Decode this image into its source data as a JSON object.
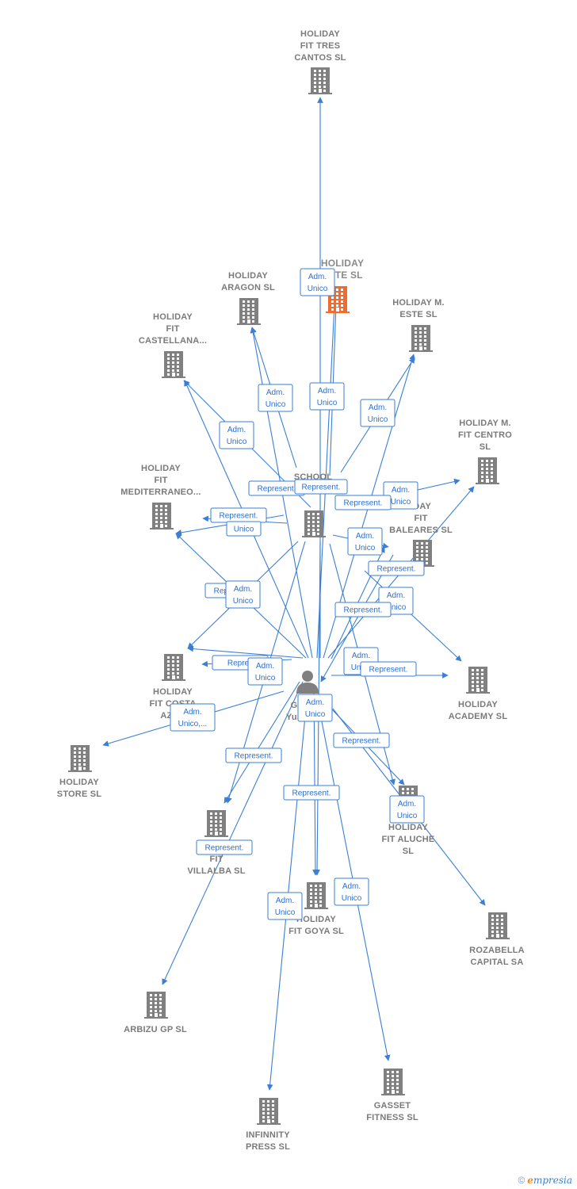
{
  "colors": {
    "edge": "#3a7fd5",
    "node": "#808080",
    "highlight": "#f26a2e",
    "label": "#7a7a7a"
  },
  "nodes": [
    {
      "id": "tres_cantos",
      "type": "building",
      "lines": [
        "HOLIDAY",
        "FIT TRES",
        "CANTOS  SL"
      ]
    },
    {
      "id": "este_sl",
      "type": "building-highlight",
      "lines": [
        "HOLIDAY",
        "ESTE  SL"
      ]
    },
    {
      "id": "aragon",
      "type": "building",
      "lines": [
        "HOLIDAY",
        "ARAGON  SL"
      ]
    },
    {
      "id": "m_este",
      "type": "building",
      "lines": [
        "HOLIDAY M.",
        "ESTE  SL"
      ]
    },
    {
      "id": "castellana",
      "type": "building",
      "lines": [
        "HOLIDAY",
        "FIT",
        "CASTELLANA..."
      ]
    },
    {
      "id": "m_fit_centro",
      "type": "building",
      "lines": [
        "HOLIDAY M.",
        "FIT CENTRO",
        "SL"
      ]
    },
    {
      "id": "school",
      "type": "building",
      "lines": [
        "SCHOOL",
        "HOLIDAY &"
      ]
    },
    {
      "id": "mediterraneo",
      "type": "building",
      "lines": [
        "HOLIDAY",
        "FIT",
        "MEDITERRANEO..."
      ]
    },
    {
      "id": "baleares",
      "type": "building",
      "lines": [
        "IDAY",
        "FIT",
        "BALEARES  SL"
      ]
    },
    {
      "id": "costa",
      "type": "building",
      "lines": [
        "HOLIDAY",
        "FIT COSTA",
        "AZAH"
      ]
    },
    {
      "id": "person",
      "type": "person",
      "lines": [
        "G",
        "Yus"
      ]
    },
    {
      "id": "academy",
      "type": "building",
      "lines": [
        "HOLIDAY",
        "ACADEMY  SL"
      ]
    },
    {
      "id": "store",
      "type": "building",
      "lines": [
        "HOLIDAY",
        "STORE  SL"
      ]
    },
    {
      "id": "villalba",
      "type": "building",
      "lines": [
        "FIT",
        "VILLALBA  SL"
      ]
    },
    {
      "id": "aluche",
      "type": "building",
      "lines": [
        "HOLIDAY",
        "FIT ALUCHE",
        "SL"
      ]
    },
    {
      "id": "goya",
      "type": "building",
      "lines": [
        "HOLIDAY",
        "FIT GOYA  SL"
      ]
    },
    {
      "id": "rozabella",
      "type": "building",
      "lines": [
        "ROZABELLA",
        "CAPITAL SA"
      ]
    },
    {
      "id": "arbizu",
      "type": "building",
      "lines": [
        "ARBIZU GP SL"
      ]
    },
    {
      "id": "gasset",
      "type": "building",
      "lines": [
        "GASSET",
        "FITNESS SL"
      ]
    },
    {
      "id": "infinnity",
      "type": "building",
      "lines": [
        "INFINNITY",
        "PRESS SL"
      ]
    }
  ],
  "edge_labels": [
    {
      "lines": [
        "Adm.",
        "Unico"
      ]
    },
    {
      "lines": [
        "Adm.",
        "Unico"
      ]
    },
    {
      "lines": [
        "Adm.",
        "Unico"
      ]
    },
    {
      "lines": [
        "Adm.",
        "Unico"
      ]
    },
    {
      "lines": [
        "Adm.",
        "Unico"
      ]
    },
    {
      "lines": [
        "Represent."
      ]
    },
    {
      "lines": [
        "Represent."
      ]
    },
    {
      "lines": [
        "Adm.",
        "Unico"
      ]
    },
    {
      "lines": [
        "Represent."
      ]
    },
    {
      "lines": [
        "Represent."
      ]
    },
    {
      "lines": [
        "Unico"
      ]
    },
    {
      "lines": [
        "Adm.",
        "Unico"
      ]
    },
    {
      "lines": [
        "Represent."
      ]
    },
    {
      "lines": [
        "Repr"
      ]
    },
    {
      "lines": [
        "Adm.",
        "Unico"
      ]
    },
    {
      "lines": [
        "Adm.",
        "Unico"
      ]
    },
    {
      "lines": [
        "Represent."
      ]
    },
    {
      "lines": [
        "Repres"
      ]
    },
    {
      "lines": [
        "Adm.",
        "Unico"
      ]
    },
    {
      "lines": [
        "Adm.",
        "Unico"
      ]
    },
    {
      "lines": [
        "Represent."
      ]
    },
    {
      "lines": [
        "Adm.",
        "Unico,..."
      ]
    },
    {
      "lines": [
        "Adm.",
        "Unico"
      ]
    },
    {
      "lines": [
        "Represent."
      ]
    },
    {
      "lines": [
        "Represent."
      ]
    },
    {
      "lines": [
        "Represent."
      ]
    },
    {
      "lines": [
        "Adm.",
        "Unico"
      ]
    },
    {
      "lines": [
        "Represent."
      ]
    },
    {
      "lines": [
        "Adm.",
        "Unico"
      ]
    },
    {
      "lines": [
        "Adm.",
        "Unico"
      ]
    }
  ],
  "footer": {
    "copyright": "©",
    "brand_first": "e",
    "brand_rest": "mpresia"
  }
}
